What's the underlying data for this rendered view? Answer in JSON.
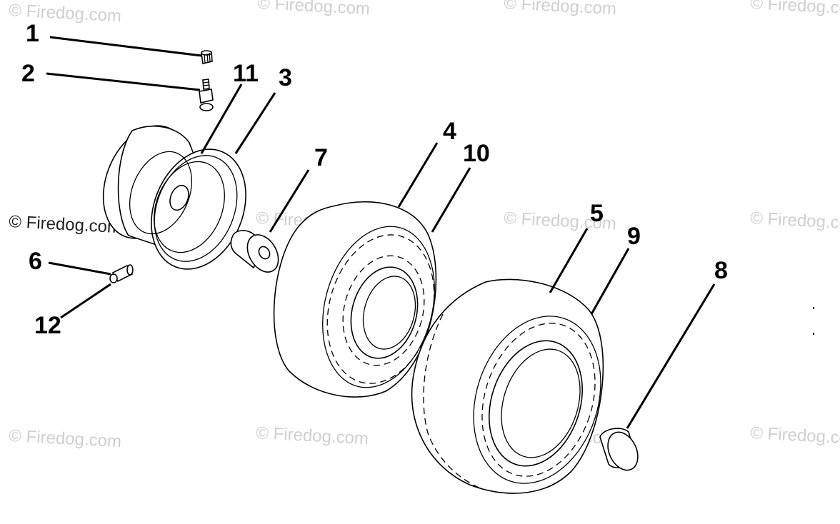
{
  "watermark_text": "© Firedog.com",
  "callouts": {
    "c1": "1",
    "c2": "2",
    "c3": "3",
    "c4": "4",
    "c5": "5",
    "c6": "6",
    "c7": "7",
    "c8": "8",
    "c9": "9",
    "c10": "10",
    "c11": "11",
    "c12": "12"
  }
}
